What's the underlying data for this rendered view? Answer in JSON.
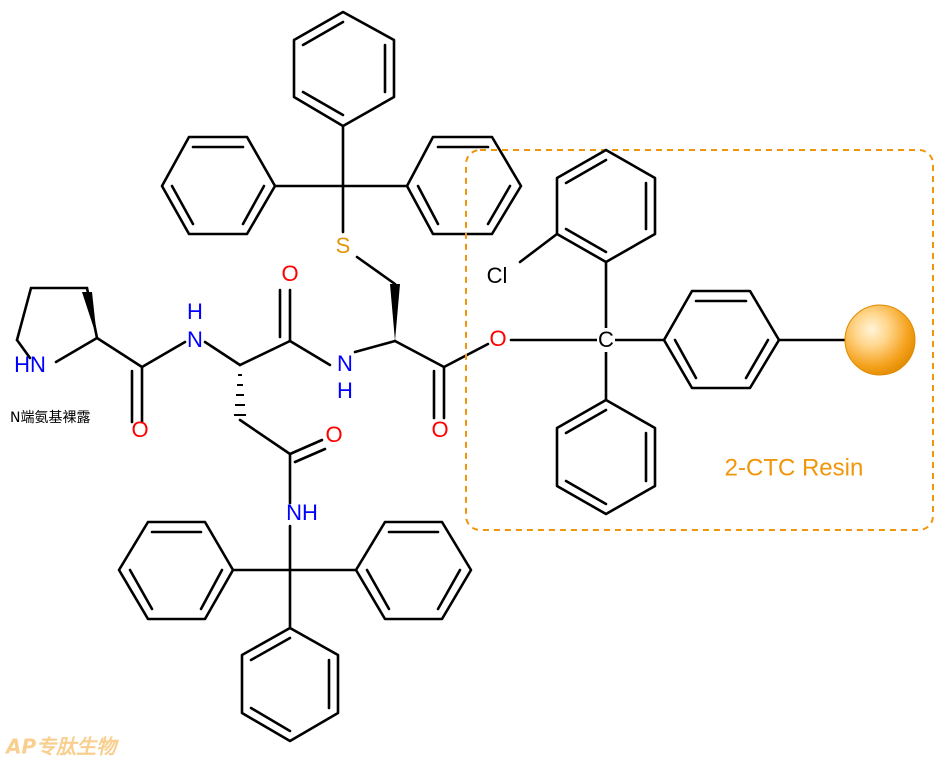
{
  "colors": {
    "bond": "#000000",
    "oxygen": "#ff0000",
    "nitrogen": "#0000ff",
    "sulfur": "#e3950c",
    "resin": "#f0960a",
    "resin_bead_light": "#fff1cc",
    "watermark": "#f0960a"
  },
  "atoms": {
    "nh_pro": "HN",
    "nh_asn": "H\nN",
    "o_pro": "O",
    "o_asn": "O",
    "o_side": "O",
    "nh_side": "NH",
    "n_cys_n": "N",
    "n_cys_h": "H",
    "o_cys": "O",
    "s": "S",
    "o_ester": "O",
    "cl": "Cl",
    "c_central": "C"
  },
  "labels": {
    "n_terminal_note": "N端氨基裸露",
    "resin": "2-CTC Resin",
    "watermark": "AP专肽生物"
  }
}
